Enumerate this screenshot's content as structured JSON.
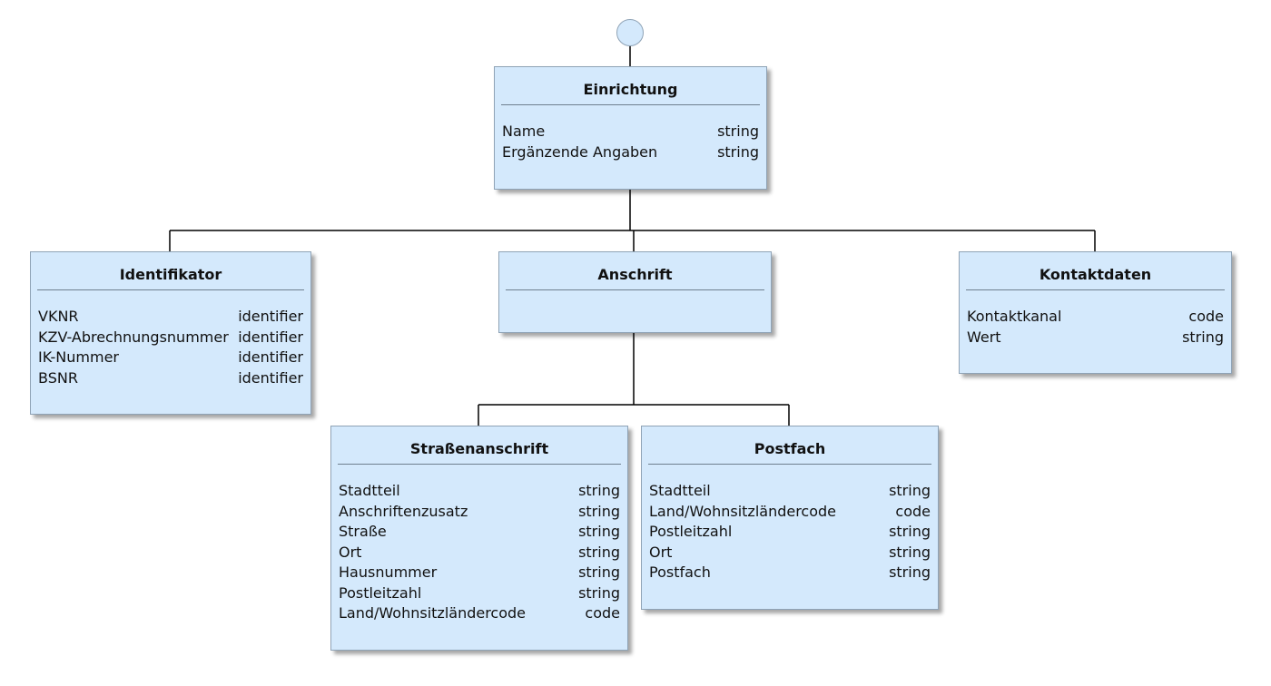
{
  "entities": {
    "einrichtung": {
      "title": "Einrichtung",
      "attributes": [
        {
          "name": "Name",
          "type": "string"
        },
        {
          "name": "Ergänzende Angaben",
          "type": "string"
        }
      ]
    },
    "identifikator": {
      "title": "Identifikator",
      "attributes": [
        {
          "name": "VKNR",
          "type": "identifier"
        },
        {
          "name": "KZV-Abrechnungsnummer",
          "type": "identifier"
        },
        {
          "name": "IK-Nummer",
          "type": "identifier"
        },
        {
          "name": "BSNR",
          "type": "identifier"
        }
      ]
    },
    "anschrift": {
      "title": "Anschrift",
      "attributes": []
    },
    "kontaktdaten": {
      "title": "Kontaktdaten",
      "attributes": [
        {
          "name": "Kontaktkanal",
          "type": "code"
        },
        {
          "name": "Wert",
          "type": "string"
        }
      ]
    },
    "strassenanschrift": {
      "title": "Straßenanschrift",
      "attributes": [
        {
          "name": "Stadtteil",
          "type": "string"
        },
        {
          "name": "Anschriftenzusatz",
          "type": "string"
        },
        {
          "name": "Straße",
          "type": "string"
        },
        {
          "name": "Ort",
          "type": "string"
        },
        {
          "name": "Hausnummer",
          "type": "string"
        },
        {
          "name": "Postleitzahl",
          "type": "string"
        },
        {
          "name": "Land/Wohnsitzländercode",
          "type": "code"
        }
      ]
    },
    "postfach": {
      "title": "Postfach",
      "attributes": [
        {
          "name": "Stadtteil",
          "type": "string"
        },
        {
          "name": "Land/Wohnsitzländercode",
          "type": "code"
        },
        {
          "name": "Postleitzahl",
          "type": "string"
        },
        {
          "name": "Ort",
          "type": "string"
        },
        {
          "name": "Postfach",
          "type": "string"
        }
      ]
    }
  },
  "colors": {
    "box_fill": "#d4e9fc",
    "box_border": "#8fa3b6",
    "line": "#000000"
  }
}
